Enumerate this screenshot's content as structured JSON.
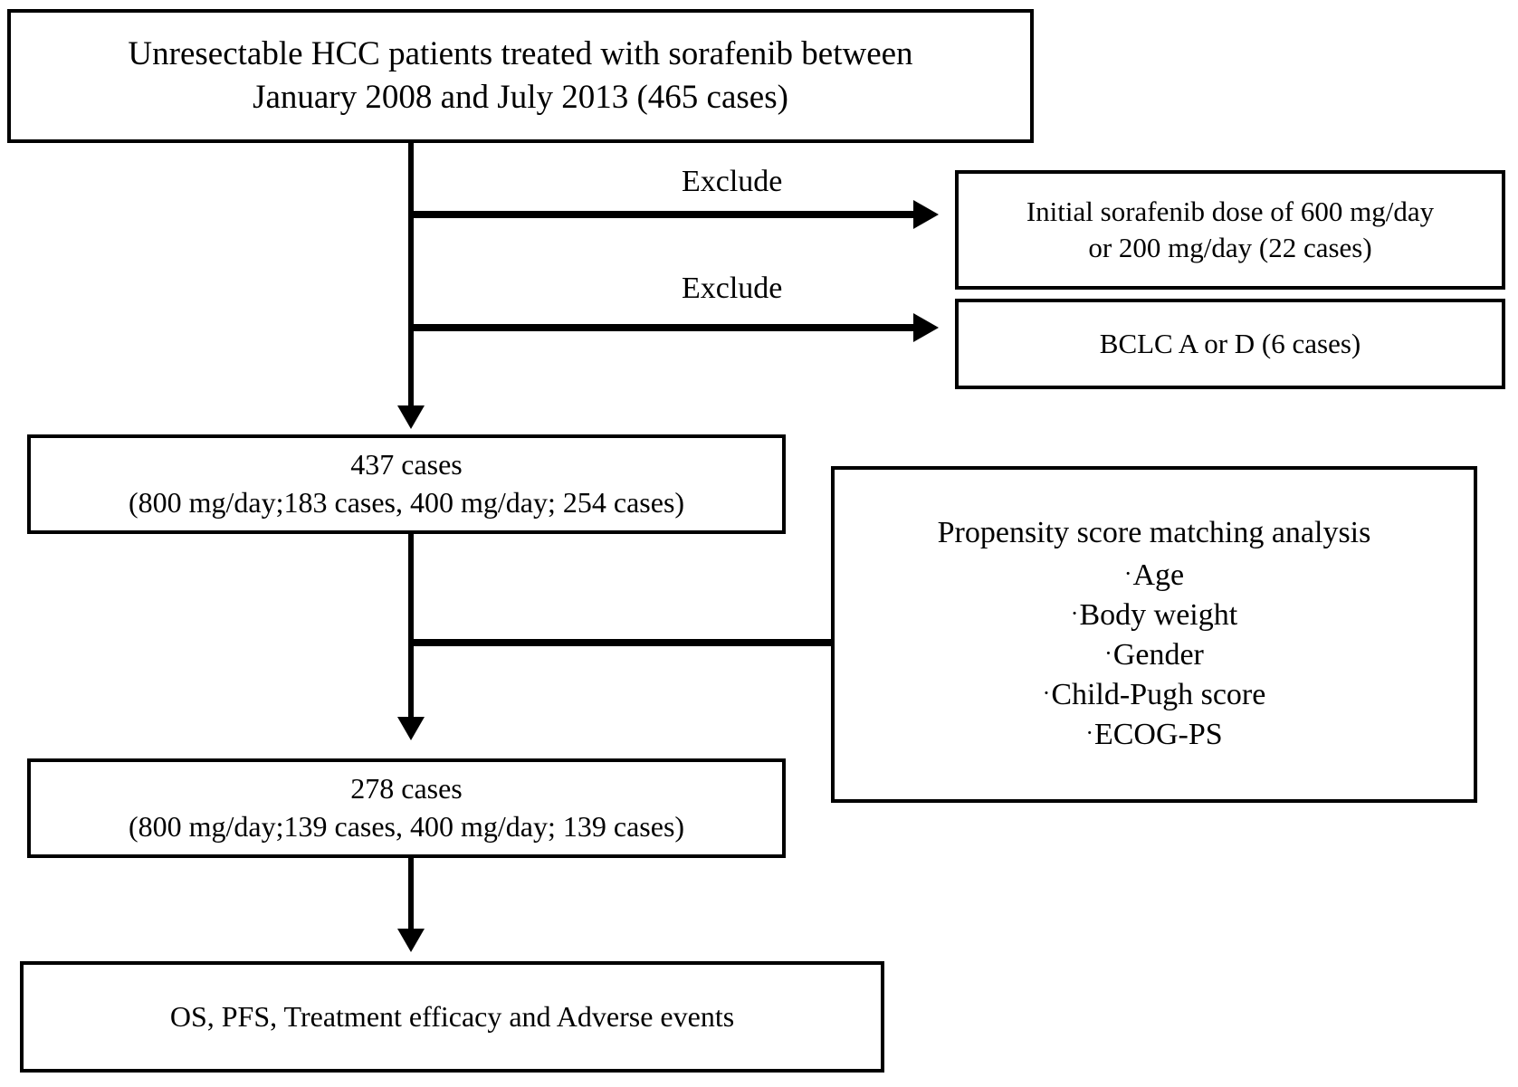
{
  "figure": {
    "type": "flowchart",
    "orientation": "top-to-bottom",
    "accent_color": "#000000",
    "background_color": "#ffffff"
  },
  "boxes": {
    "source": {
      "line1": "Unresectable HCC patients treated with sorafenib between",
      "line2": "January 2008 and July 2013 (465 cases)",
      "total_cases": "465"
    },
    "exclusion_1": {
      "line1": "Initial sorafenib dose of 600 mg/day",
      "line2": "or 200 mg/day  (22 cases)",
      "cases": "22"
    },
    "exclusion_2": {
      "line1": "BCLC A or D (6 cases)",
      "cases": "6"
    },
    "cohort_437": {
      "line1": "437 cases",
      "line2": "(800 mg/day;183 cases, 400 mg/day; 254 cases)",
      "total": "437",
      "dose_800_cases": "183",
      "dose_400_cases": "254"
    },
    "propensity": {
      "title": "Propensity score matching analysis",
      "bullet": "·",
      "items": [
        "Age",
        "Body weight",
        "Gender",
        "Child-Pugh score",
        "ECOG-PS"
      ]
    },
    "cohort_278": {
      "line1": "278 cases",
      "line2": "(800 mg/day;139 cases, 400 mg/day; 139 cases)",
      "total": "278",
      "dose_800_cases": "139",
      "dose_400_cases": "139"
    },
    "outcome": {
      "line1": "OS, PFS, Treatment efficacy and Adverse events"
    }
  },
  "connectors": {
    "exclude_label_1": "Exclude",
    "exclude_label_2": "Exclude"
  }
}
